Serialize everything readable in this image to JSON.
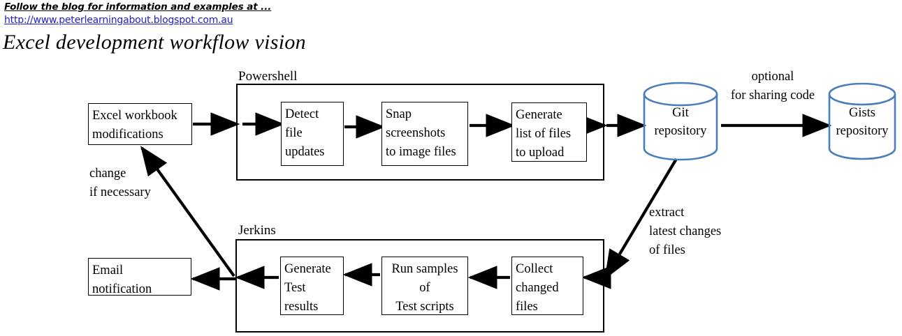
{
  "header": {
    "blog_line": "Follow the blog for information and examples at ...",
    "url": "http://www.peterlearningabout.blogspot.com.au",
    "title": "Excel development workflow vision",
    "link_color": "#2020CC"
  },
  "diagram": {
    "accent_color": "#4A7EBB",
    "line_color": "#000000",
    "groups": [
      {
        "label": "Powershell"
      },
      {
        "label": "Jerkins"
      }
    ],
    "nodes": {
      "excel_workbook": "Excel workbook\nmodifications",
      "detect_file_updates": "Detect\nfile\nupdates",
      "snap_screenshots": "Snap\nscreenshots\nto image files",
      "generate_list": "Generate\nlist of files\nto upload",
      "git_repository": "Git\nrepository",
      "gists_repository": "Gists\nrepository",
      "email_notification": "Email\nnotification",
      "generate_test_results": "Generate\nTest\nresults",
      "run_samples": "Run samples\nof\nTest scripts",
      "collect_changed_files": "Collect\nchanged\nfiles"
    },
    "annotations": {
      "change_if_necessary": "change\nif necessary",
      "optional_sharing": "optional\nfor sharing code",
      "extract_latest": "extract\nlatest changes\nof files"
    }
  }
}
